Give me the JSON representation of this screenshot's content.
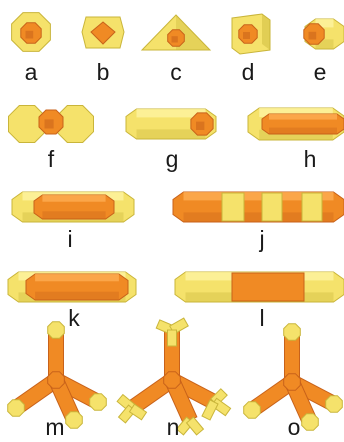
{
  "colors": {
    "shell": "#f5e26b",
    "shell_light": "#fff6a8",
    "shell_dark": "#c9b53a",
    "core": "#f08a24",
    "core_light": "#ffb25a",
    "core_dark": "#c8621a",
    "label": "#1a1a1a"
  },
  "panels": [
    {
      "id": "a",
      "label": "a",
      "shape": "core-shell-truncated-octahedron"
    },
    {
      "id": "b",
      "label": "b",
      "shape": "core-shell-cube"
    },
    {
      "id": "c",
      "label": "c",
      "shape": "core-shell-tetrahedron"
    },
    {
      "id": "d",
      "label": "d",
      "shape": "core-shell-cube-offset-core"
    },
    {
      "id": "e",
      "label": "e",
      "shape": "off-center-core-dimer"
    },
    {
      "id": "f",
      "label": "f",
      "shape": "dumbbell"
    },
    {
      "id": "g",
      "label": "g",
      "shape": "rod-with-end-core"
    },
    {
      "id": "h",
      "label": "h",
      "shape": "rod-with-long-core"
    },
    {
      "id": "i",
      "label": "i",
      "shape": "rod-with-end-caps"
    },
    {
      "id": "j",
      "label": "j",
      "shape": "striped-rod"
    },
    {
      "id": "k",
      "label": "k",
      "shape": "core-rod-thin-shell"
    },
    {
      "id": "l",
      "label": "l",
      "shape": "rod-with-center-segment"
    },
    {
      "id": "m",
      "label": "m",
      "shape": "tetrapod"
    },
    {
      "id": "n",
      "label": "n",
      "shape": "branched-tetrapod"
    },
    {
      "id": "o",
      "label": "o",
      "shape": "tetrapod-yellow-tips"
    }
  ]
}
